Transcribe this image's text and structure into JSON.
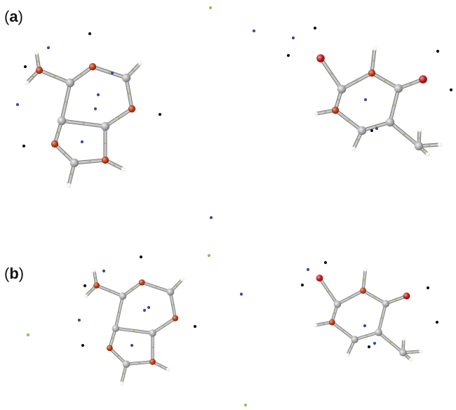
{
  "panels": [
    {
      "label_open": "(",
      "label_letter": "a",
      "label_close": ")"
    },
    {
      "label_open": "(",
      "label_letter": "b",
      "label_close": ")"
    }
  ],
  "colors": {
    "carbon": "#a7a7a7",
    "heteroatom": "#b8401e",
    "oxygen_terminal": "#c01c1c",
    "hydrogen": "#eef5e6",
    "bond": "#9f9f9f",
    "bond_mid": "#9cc24a",
    "point_black": "#111111",
    "point_blue": "#3949a3",
    "point_green": "#8ac34a"
  },
  "icons": {
    "molecule": "ball-and-stick-molecule",
    "critical_point": "critical-point-dot"
  }
}
